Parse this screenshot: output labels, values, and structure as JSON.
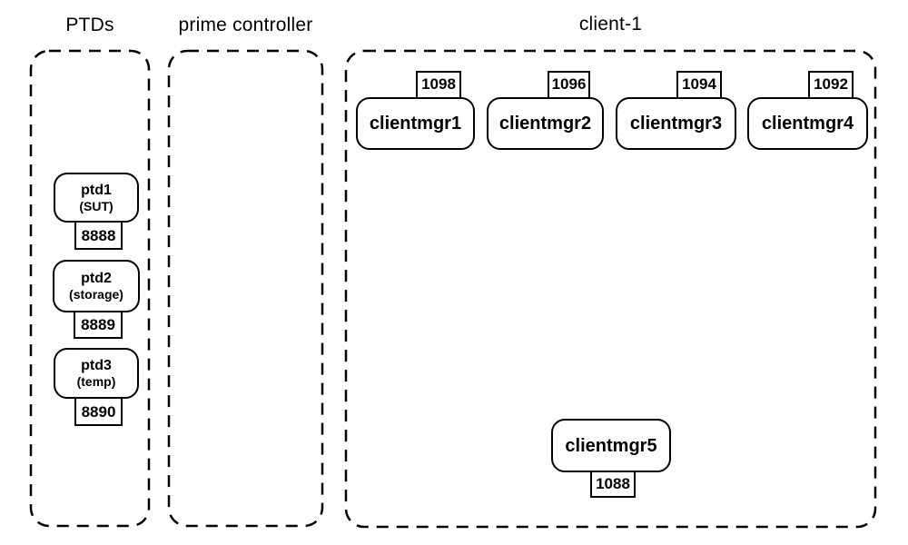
{
  "diagram": {
    "background": "#ffffff",
    "line_color": "#000000"
  },
  "titles": {
    "ptds": "PTDs",
    "prime_controller": "prime controller",
    "client_1": "client-1"
  },
  "ptd_nodes": [
    {
      "name": "ptd1",
      "role": "(SUT)",
      "port": "8888"
    },
    {
      "name": "ptd2",
      "role": "(storage)",
      "port": "8889"
    },
    {
      "name": "ptd3",
      "role": "(temp)",
      "port": "8890"
    }
  ],
  "client_nodes": [
    {
      "name": "clientmgr1",
      "port": "1098"
    },
    {
      "name": "clientmgr2",
      "port": "1096"
    },
    {
      "name": "clientmgr3",
      "port": "1094"
    },
    {
      "name": "clientmgr4",
      "port": "1092"
    },
    {
      "name": "clientmgr5",
      "port": "1088"
    }
  ]
}
